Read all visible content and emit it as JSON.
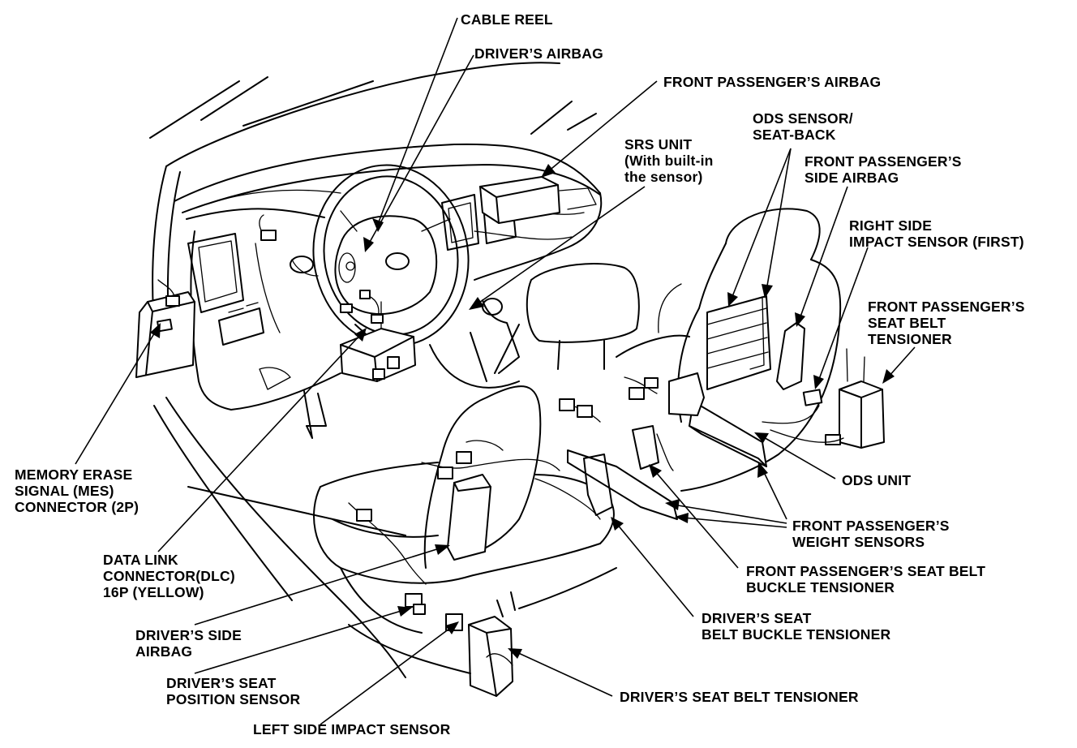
{
  "labels": {
    "cable_reel": [
      "CABLE REEL"
    ],
    "drivers_airbag": [
      "DRIVER’S AIRBAG"
    ],
    "front_passengers_airbag": [
      "FRONT PASSENGER’S AIRBAG"
    ],
    "srs_unit": [
      "SRS UNIT",
      "(With built-in",
      "the sensor)"
    ],
    "ods_sensor": [
      "ODS SENSOR/",
      "SEAT-BACK"
    ],
    "front_passengers_side_airbag": [
      "FRONT PASSENGER’S",
      "SIDE AIRBAG"
    ],
    "right_side_impact_sensor": [
      "RIGHT SIDE",
      "IMPACT SENSOR (FIRST)"
    ],
    "front_passengers_seat_belt_tensioner": [
      "FRONT PASSENGER’S",
      "SEAT BELT",
      "TENSIONER"
    ],
    "memory_erase_signal": [
      "MEMORY ERASE",
      "SIGNAL (MES)",
      "CONNECTOR (2P)"
    ],
    "ods_unit": [
      "ODS UNIT"
    ],
    "front_passengers_weight_sensors": [
      "FRONT PASSENGER’S",
      "WEIGHT SENSORS"
    ],
    "data_link_connector": [
      "DATA LINK",
      "CONNECTOR(DLC)",
      "16P (YELLOW)"
    ],
    "front_passengers_buckle_tensioner": [
      "FRONT PASSENGER’S SEAT BELT",
      "BUCKLE TENSIONER"
    ],
    "drivers_buckle_tensioner": [
      "DRIVER’S SEAT",
      "BELT BUCKLE TENSIONER"
    ],
    "drivers_side_airbag": [
      "DRIVER’S SIDE",
      "AIRBAG"
    ],
    "drivers_seat_position_sensor": [
      "DRIVER’S SEAT",
      "POSITION SENSOR"
    ],
    "drivers_seat_belt_tensioner": [
      "DRIVER’S SEAT BELT TENSIONER"
    ],
    "left_side_impact_sensor": [
      "LEFT SIDE IMPACT SENSOR"
    ]
  }
}
